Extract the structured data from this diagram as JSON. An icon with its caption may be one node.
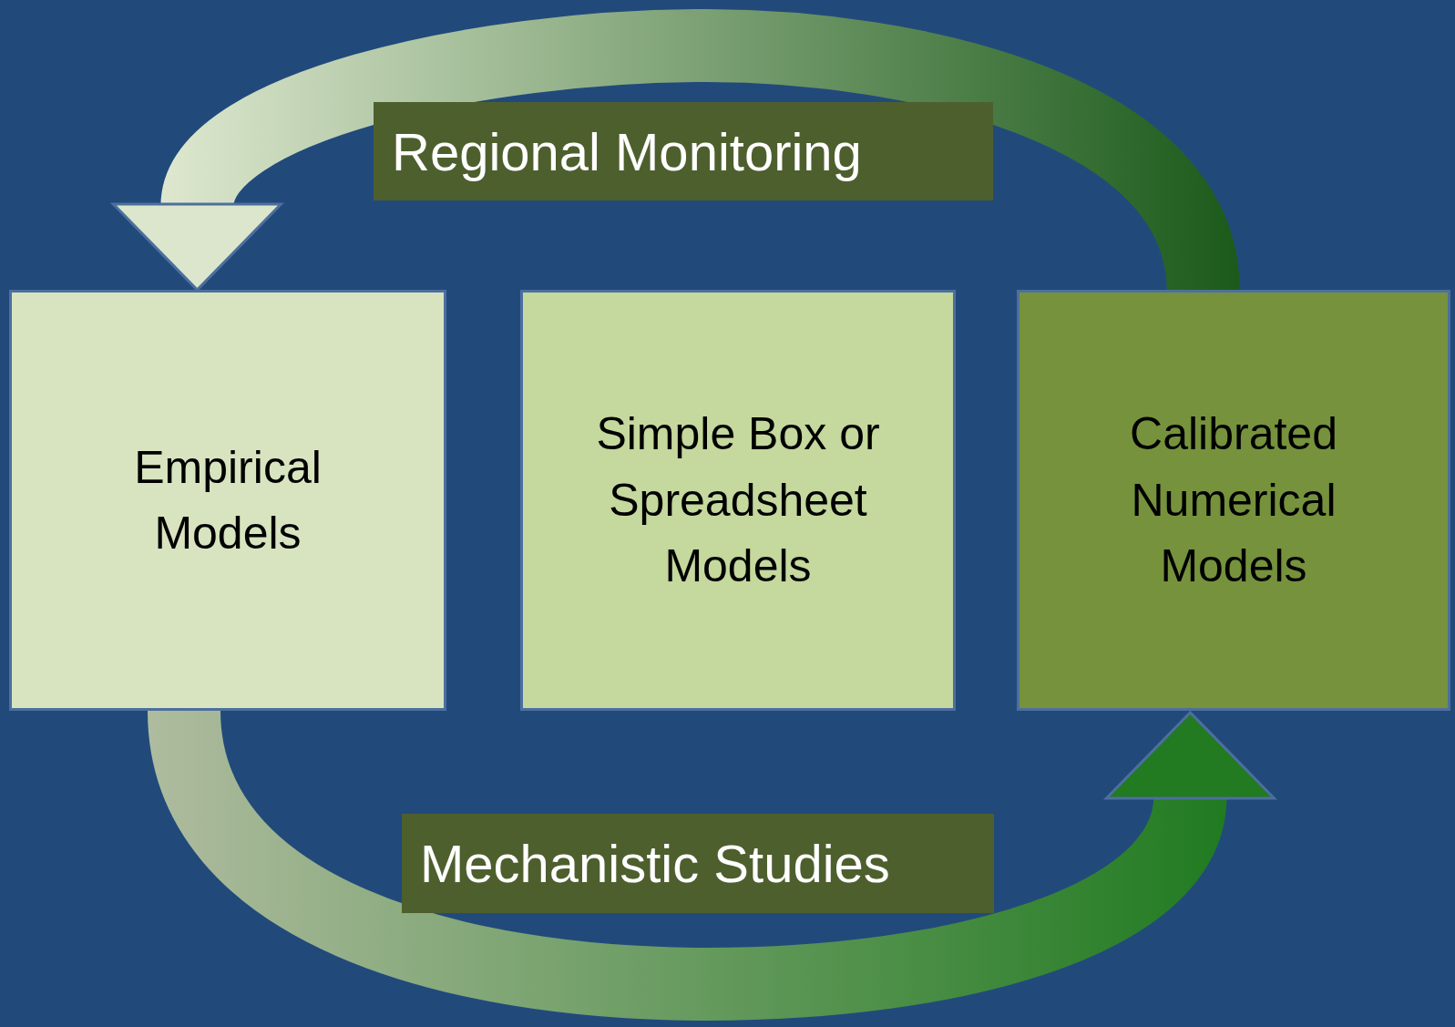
{
  "diagram": {
    "nodes": [
      {
        "text": [
          "Empirical Models"
        ]
      },
      {
        "text": [
          "Simple Box or Spreadsheet Models"
        ]
      },
      {
        "text": [
          "Calibrated Numerical Models"
        ]
      }
    ],
    "edges": [
      {
        "from": 2,
        "to": 0,
        "arrow": "to",
        "label": "Regional Monitoring",
        "style": "thick"
      },
      {
        "from": 0,
        "to": 2,
        "arrow": "to",
        "label": "Mechanistic Studies",
        "style": "thick"
      }
    ]
  }
}
